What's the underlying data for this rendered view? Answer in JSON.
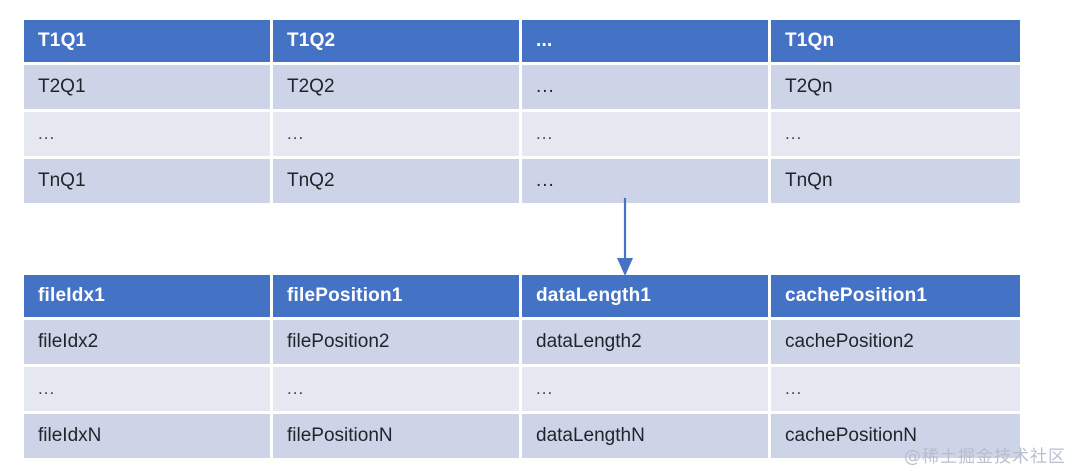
{
  "diagram": {
    "title": "Query index to file offset mapping diagram",
    "colors": {
      "header_blue": "#4472C4",
      "row_dark": "#CED4E7",
      "row_light": "#E5E7F1",
      "cell_text": "#21252B",
      "header_text": "#FFFFFF",
      "arrow": "#4472C4",
      "watermark_text": "#B6BCCB",
      "background": "#FFFFFF"
    },
    "ellipsis_glyph": "..."
  },
  "table_top": {
    "name": "query-table",
    "columns": 4,
    "rows": [
      {
        "type": "header",
        "cells": [
          "T1Q1",
          "T1Q2",
          "...",
          "T1Qn"
        ]
      },
      {
        "type": "dark",
        "cells": [
          "T2Q1",
          "T2Q2",
          "...",
          "T2Qn"
        ]
      },
      {
        "type": "light-ellipsis",
        "cells": [
          "...",
          "...",
          "...",
          "..."
        ]
      },
      {
        "type": "dark",
        "cells": [
          "TnQ1",
          "TnQ2",
          "...",
          "TnQn"
        ]
      }
    ]
  },
  "table_bottom": {
    "name": "file-index-table",
    "columns": 4,
    "rows": [
      {
        "type": "header",
        "cells": [
          "fileIdx1",
          "filePosition1",
          "dataLength1",
          "cachePosition1"
        ]
      },
      {
        "type": "dark",
        "cells": [
          "fileIdx2",
          "filePosition2",
          "dataLength2",
          "cachePosition2"
        ]
      },
      {
        "type": "light-ellipsis",
        "cells": [
          "...",
          "...",
          "...",
          "..."
        ]
      },
      {
        "type": "dark",
        "cells": [
          "fileIdxN",
          "filePositionN",
          "dataLengthN",
          "cachePositionN"
        ]
      }
    ]
  },
  "connector": {
    "name": "down-arrow",
    "direction": "down",
    "from": "query-table",
    "to": "file-index-table"
  },
  "watermark": {
    "text": "@稀土掘金技术社区"
  }
}
